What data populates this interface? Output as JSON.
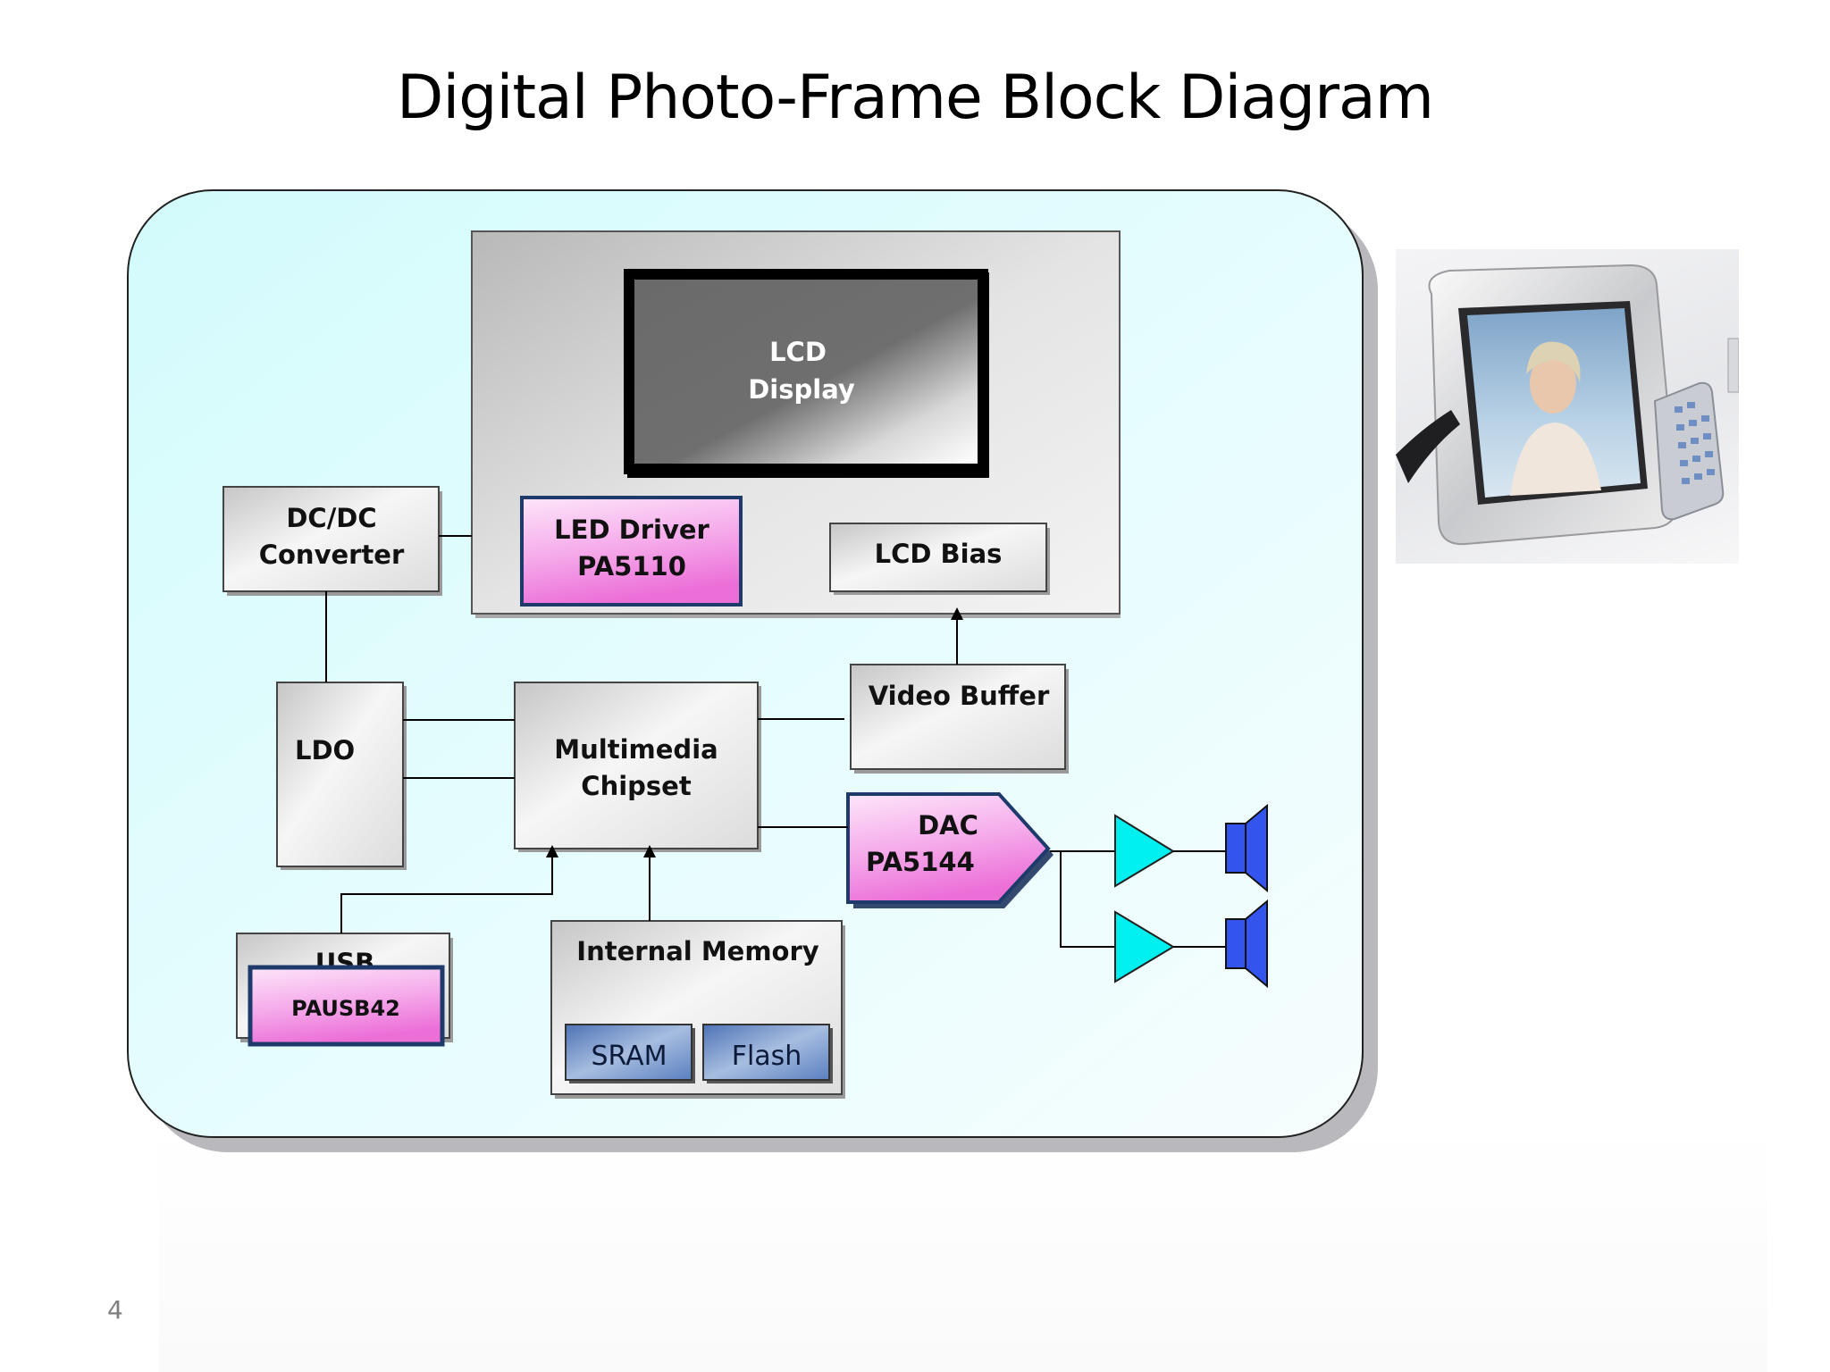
{
  "title": "Digital Photo-Frame Block Diagram",
  "page_number": "4",
  "blocks": {
    "lcd_display": [
      "LCD",
      "Display"
    ],
    "led_driver": [
      "LED Driver",
      "PA5110"
    ],
    "lcd_bias": "LCD Bias",
    "dcdc": [
      "DC/DC",
      "Converter"
    ],
    "ldo": "LDO",
    "multimedia": [
      "Multimedia",
      "Chipset"
    ],
    "video_buffer": "Video Buffer",
    "dac": [
      "DAC",
      "PA5144"
    ],
    "usb": "USB",
    "pausb": "PAUSB42",
    "internal_memory": "Internal Memory",
    "sram": "SRAM",
    "flash": "Flash"
  },
  "colors": {
    "board": "#dffcfd",
    "highlight": "#ee82dd",
    "memory_chip": "#6f8fc4",
    "amplifier": "#00f0f0",
    "speaker": "#3355ee"
  }
}
